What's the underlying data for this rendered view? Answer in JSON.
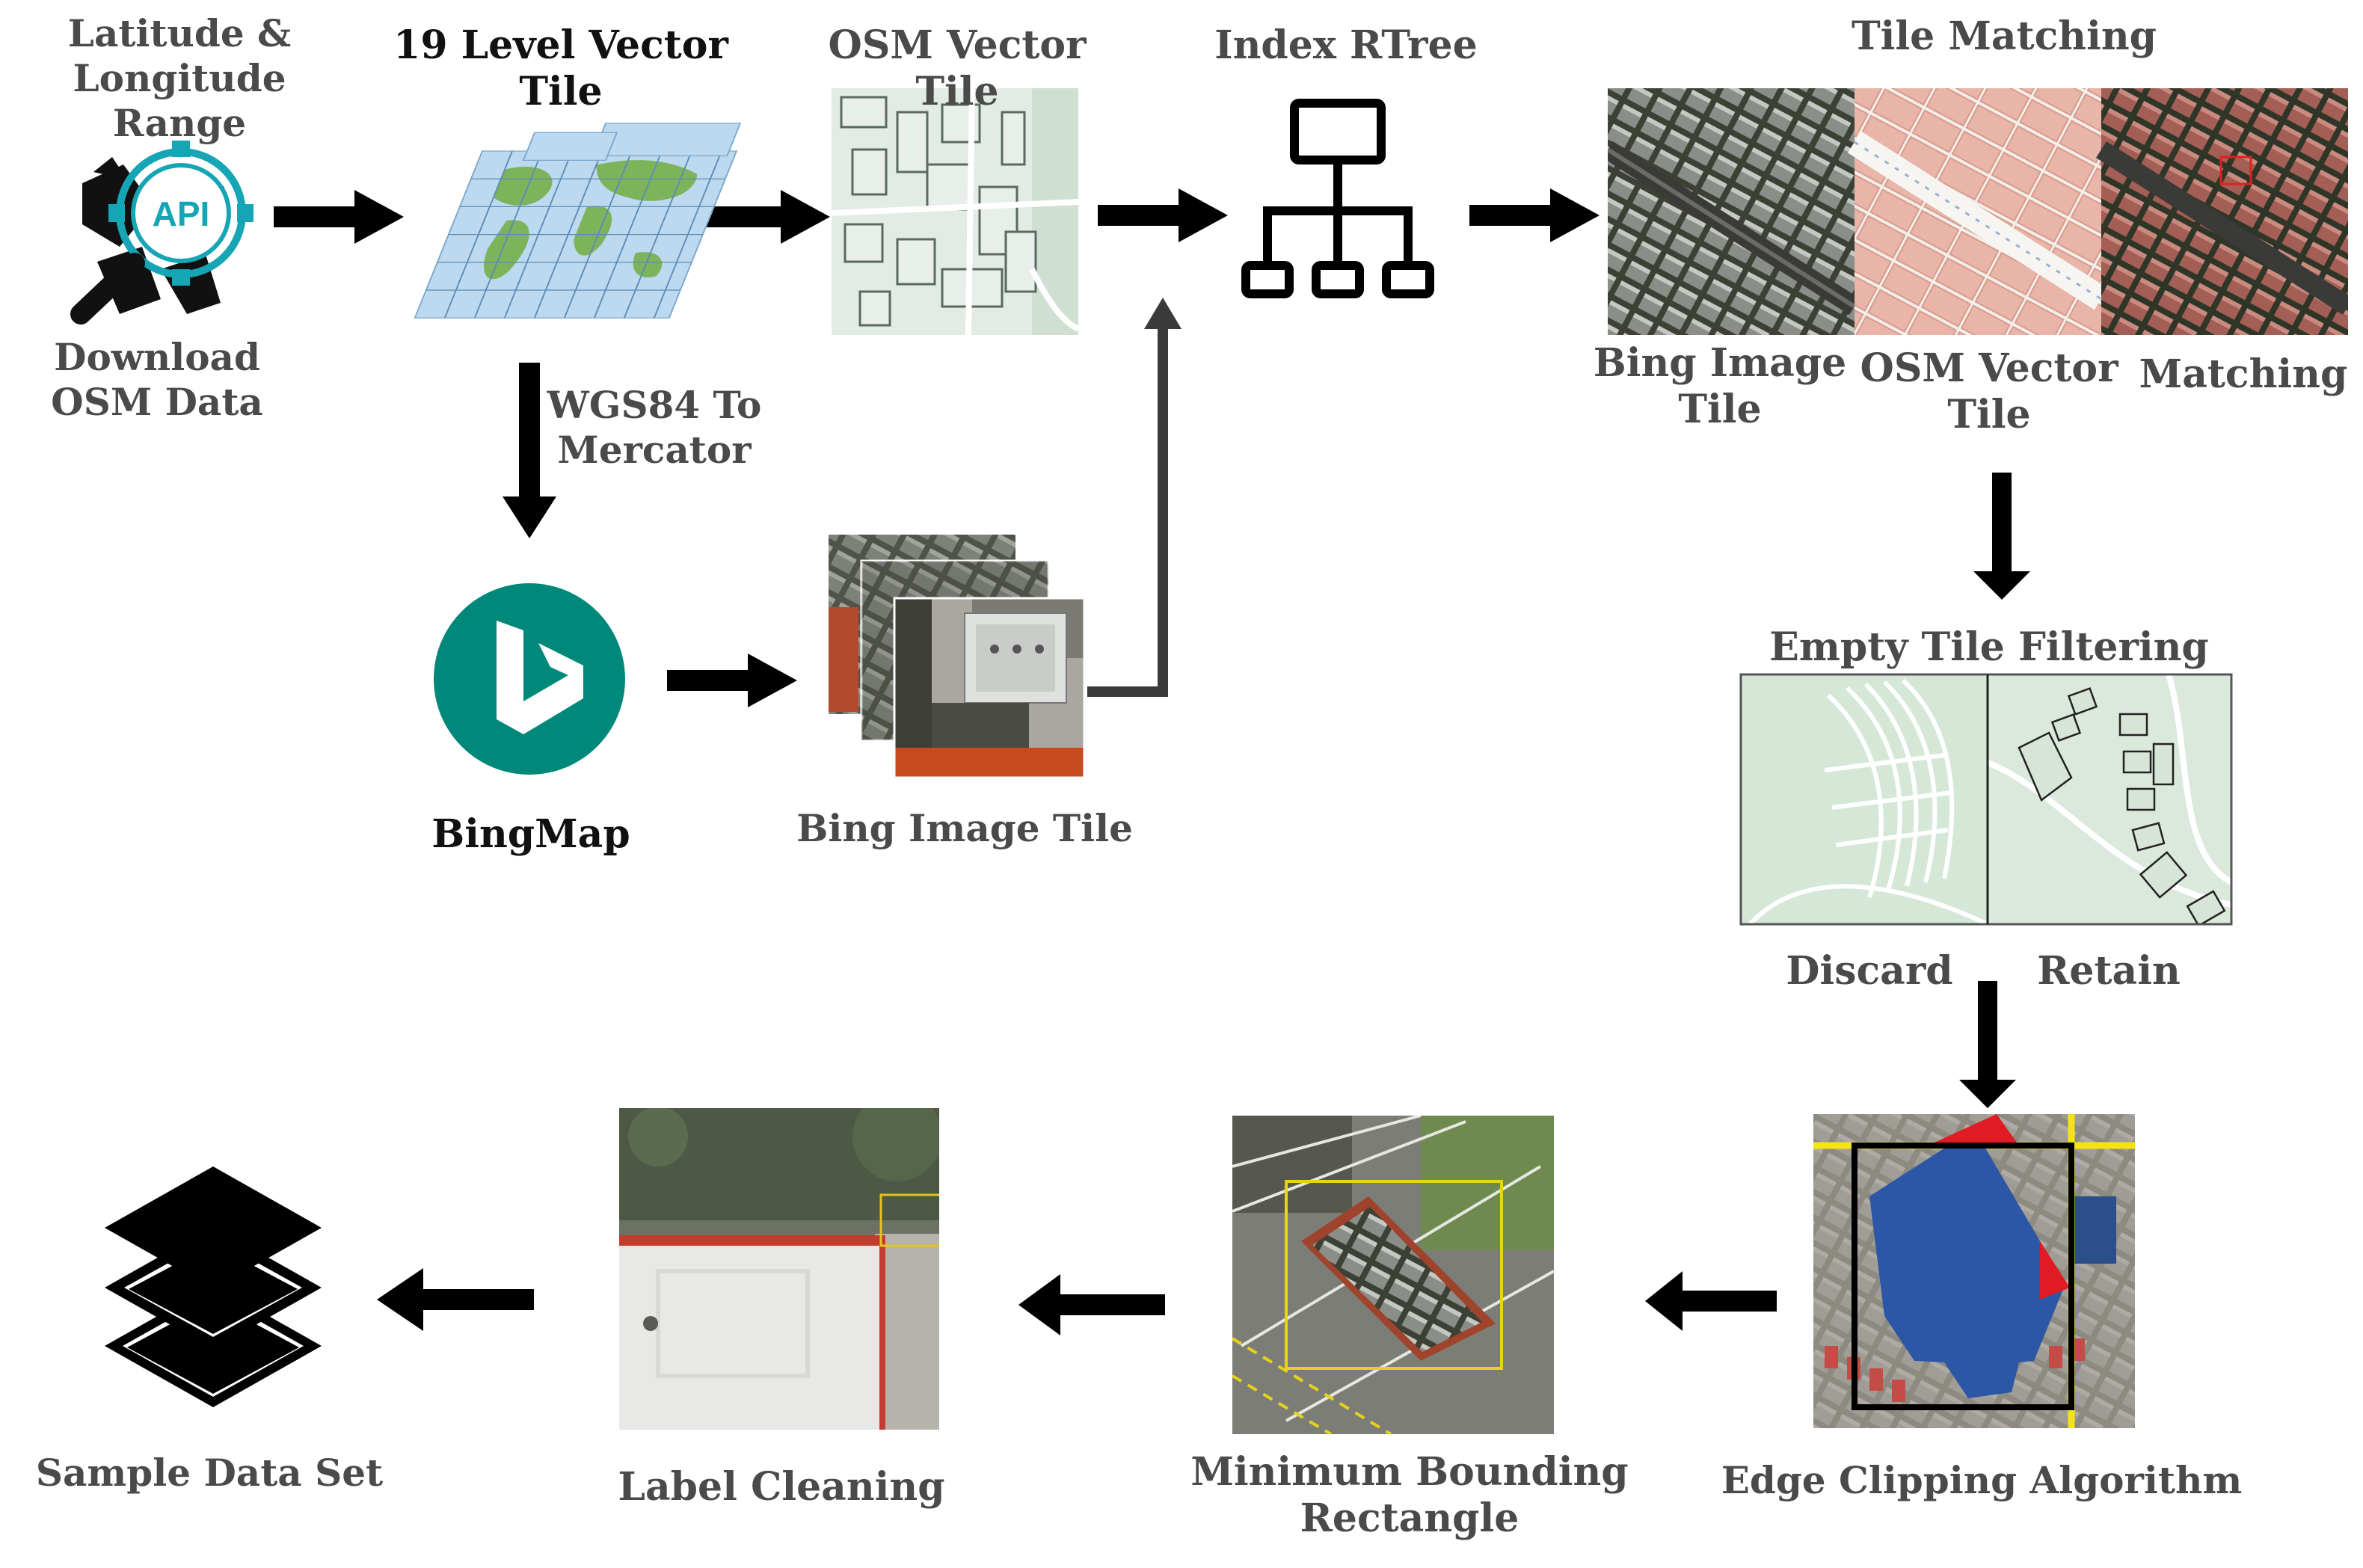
{
  "nodes": {
    "lat_range": {
      "line1": "Latitude &",
      "line2": "Longitude Range"
    },
    "download": {
      "line1": "Download",
      "line2": "OSM Data",
      "api": "API"
    },
    "level19": {
      "label": "19 Level Vector Tile"
    },
    "wgs84": {
      "line1": "WGS84 To",
      "line2": "Mercator"
    },
    "bingmap": {
      "label": "BingMap"
    },
    "osm_vector": {
      "label": "OSM Vector Tile"
    },
    "bing_image": {
      "label": "Bing Image Tile"
    },
    "rtree": {
      "label": "Index RTree"
    },
    "tile_matching": {
      "title": "Tile Matching",
      "bing": {
        "line1": "Bing Image",
        "line2": "Tile"
      },
      "osm": {
        "line1": "OSM Vector",
        "line2": "Tile"
      },
      "match": {
        "label": "Matching"
      }
    },
    "empty_filter": {
      "title": "Empty Tile Filtering",
      "discard": "Discard",
      "retain": "Retain"
    },
    "edge_clip": {
      "label": "Edge Clipping Algorithm"
    },
    "mbr": {
      "line1": "Minimum Bounding",
      "line2": "Rectangle"
    },
    "label_clean": {
      "label": "Label Cleaning"
    },
    "sample": {
      "label": "Sample Data Set"
    }
  },
  "colors": {
    "bing_teal": "#00897b",
    "api_cyan": "#15a5b5",
    "osm_bg": "#e3ebe5",
    "clip_blue": "#2c56a6",
    "clip_red": "#e01b24",
    "clip_yellow": "#f5e414",
    "mbr_yellow": "#e8d415",
    "osm_building": "#e8b5a8"
  }
}
